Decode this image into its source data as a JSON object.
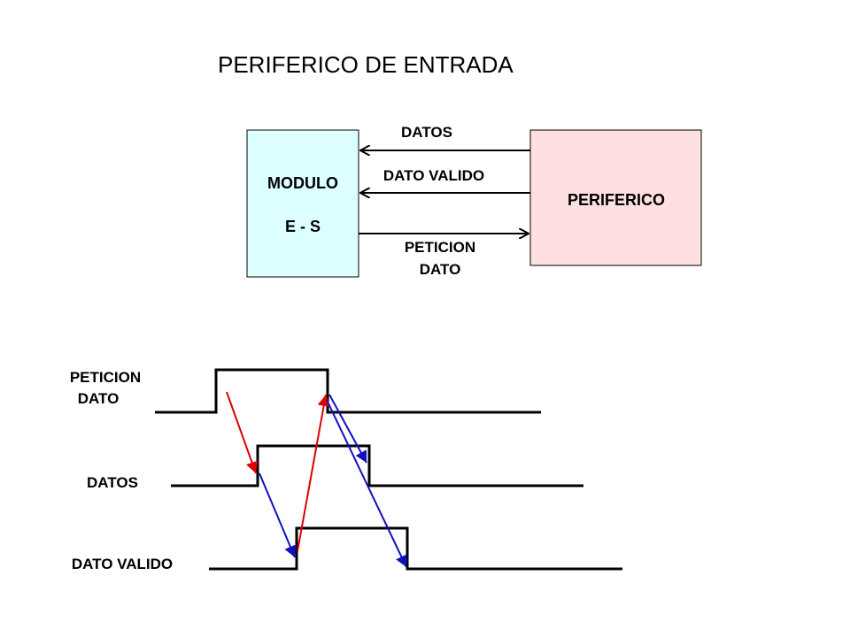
{
  "title": "PERIFERICO DE ENTRADA",
  "blocks": {
    "module": {
      "line1": "MODULO",
      "line2": "E - S",
      "fill": "#DDFFFF"
    },
    "peripheral": {
      "label": "PERIFERICO",
      "fill": "#FFE0E0"
    }
  },
  "connections": {
    "datos": "DATOS",
    "dato_valido": "DATO VALIDO",
    "peticion_line1": "PETICION",
    "peticion_line2": "DATO"
  },
  "timing": {
    "peticion_line1": "PETICION",
    "peticion_line2": "DATO",
    "datos": "DATOS",
    "dato_valido": "DATO VALIDO"
  },
  "colors": {
    "request_arrow": "#DD0000",
    "response_arrow": "#1010C0",
    "line": "#000000"
  }
}
